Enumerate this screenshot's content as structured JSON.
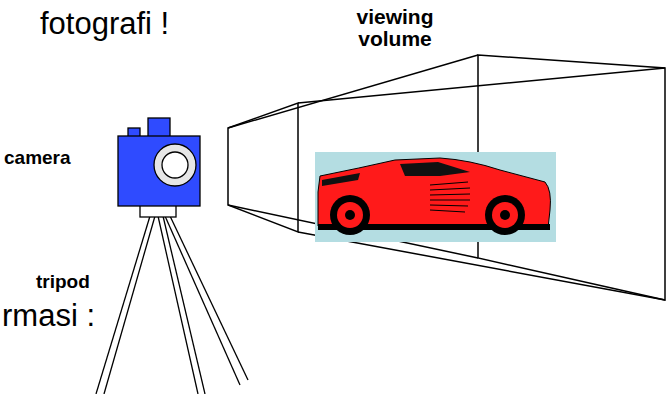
{
  "diagram": {
    "labels": [
      "fotografi !",
      "viewing volume",
      "camera",
      "tripod",
      "rmasi :"
    ]
  }
}
